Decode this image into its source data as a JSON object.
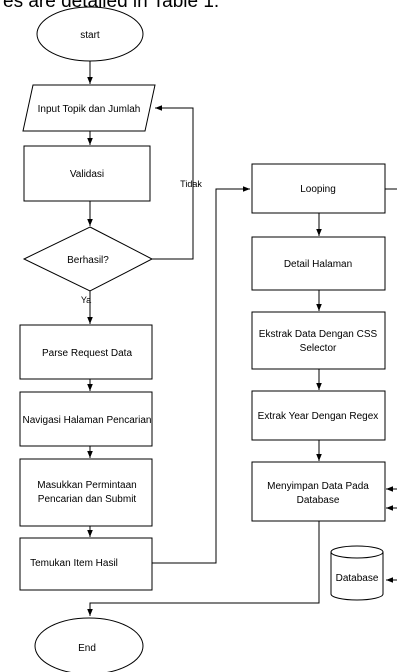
{
  "header_fragment": "es are detailed in Table 1.",
  "nodes": {
    "start": "start",
    "input": "Input Topik dan Jumlah",
    "validasi": "Validasi",
    "berhasil": "Berhasil?",
    "parse": "Parse Request Data",
    "navigasi": "Navigasi Halaman Pencarian",
    "masukkan_1": "Masukkan Permintaan",
    "masukkan_2": "Pencarian dan Submit",
    "temukan": "Temukan Item Hasil",
    "looping": "Looping",
    "detail": "Detail Halaman",
    "ekstrak_1": "Ekstrak Data Dengan CSS",
    "ekstrak_2": "Selector",
    "extrak_year": "Extrak Year Dengan Regex",
    "menyimpan_1": "Menyimpan Data Pada",
    "menyimpan_2": "Database",
    "database": "Database",
    "end": "End"
  },
  "edges": {
    "tidak": "Tidak",
    "ya": "Ya"
  }
}
